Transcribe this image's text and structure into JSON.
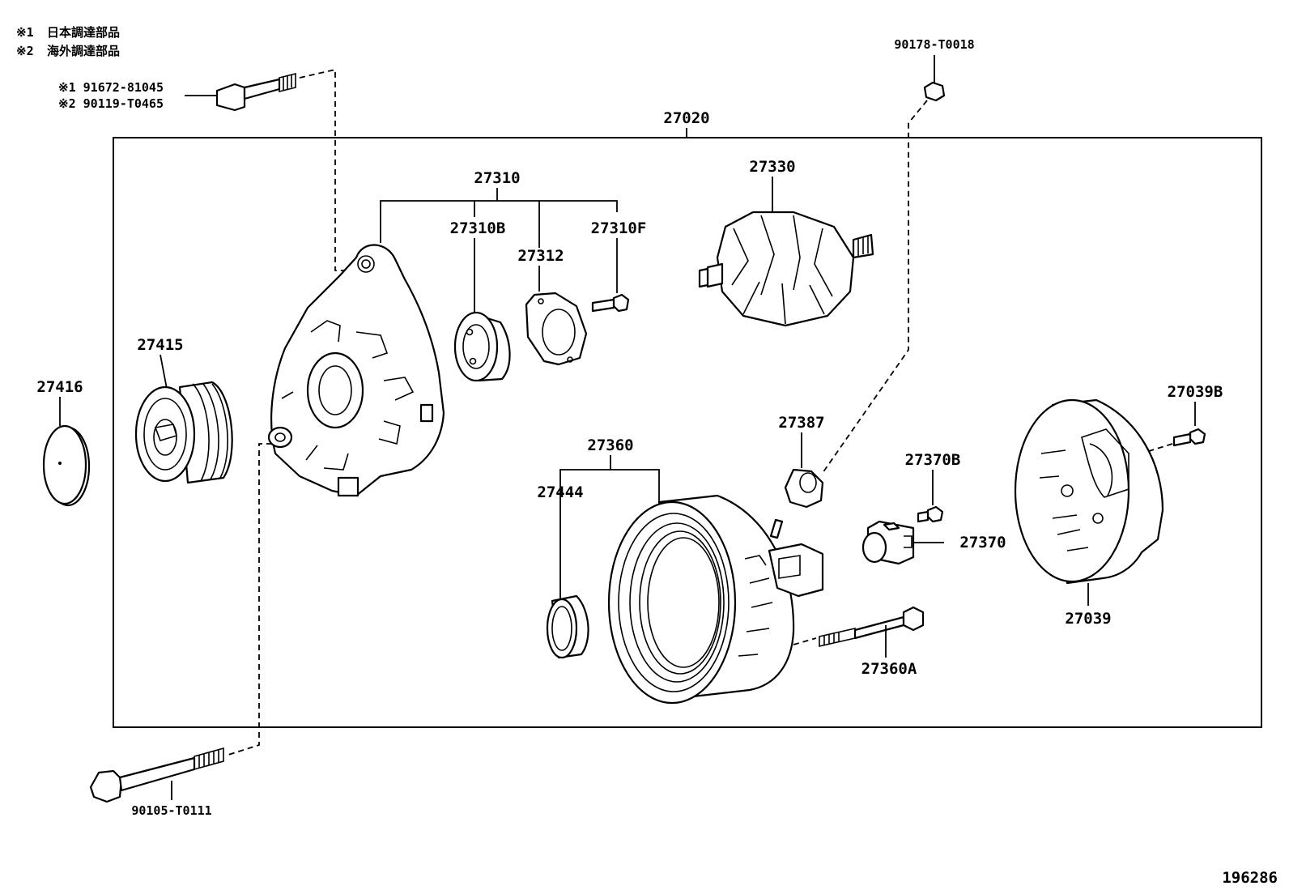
{
  "notes": [
    {
      "mark": "※1",
      "text": "日本調達部品"
    },
    {
      "mark": "※2",
      "text": "海外調達部品"
    }
  ],
  "parts": {
    "bolt_top_1": "※1 91672-81045",
    "bolt_top_2": "※2 90119-T0465",
    "nut_top": "90178-T0018",
    "assembly": "27020",
    "frame_group": "27310",
    "bearing": "27310B",
    "retainer": "27312",
    "screw_f": "27310F",
    "rotor": "27330",
    "pulley": "27415",
    "cap": "27416",
    "insulator": "27387",
    "stator_group": "27360",
    "ring": "27444",
    "bolt_b_small": "27370B",
    "regulator": "27370",
    "rear_cover_bolt": "27039B",
    "rear_cover": "27039",
    "through_bolt": "27360A",
    "bolt_bottom": "90105-T0111"
  },
  "diagram_id": "196286"
}
